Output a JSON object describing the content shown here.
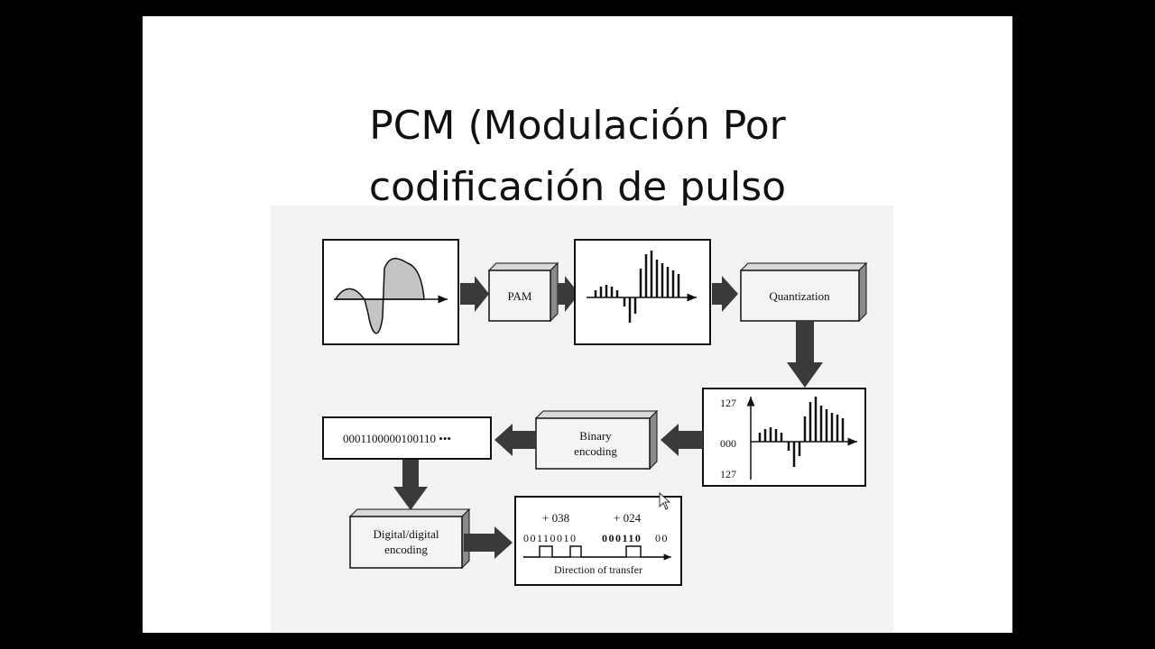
{
  "slide": {
    "title_line1": "PCM (Modulación Por",
    "title_line2": "codificación de pulso"
  },
  "diagram": {
    "pam_label": "PAM",
    "quantization_label": "Quantization",
    "scale_top": "127",
    "scale_mid": "000",
    "scale_bottom": "127",
    "binary_encoding_line1": "Binary",
    "binary_encoding_line2": "encoding",
    "bitstream": "0001100000100110 •••",
    "digital_encoding_line1": "Digital/digital",
    "digital_encoding_line2": "encoding",
    "code_value_1": "+ 038",
    "code_value_2": "+ 024",
    "bits_1": "00110010",
    "bits_2": "000110",
    "bits_3": "00",
    "direction_label": "Direction of transfer"
  },
  "colors": {
    "background": "#000000",
    "slide": "#ffffff",
    "ink": "#111111",
    "arrow": "#3a3a3a",
    "box_face": "#f4f4f4",
    "box_side": "#8a8a8a",
    "waveform_fill": "#bfbfbf"
  },
  "icons": {
    "arrow": "block-arrow-icon",
    "cursor": "mouse-pointer-icon"
  }
}
